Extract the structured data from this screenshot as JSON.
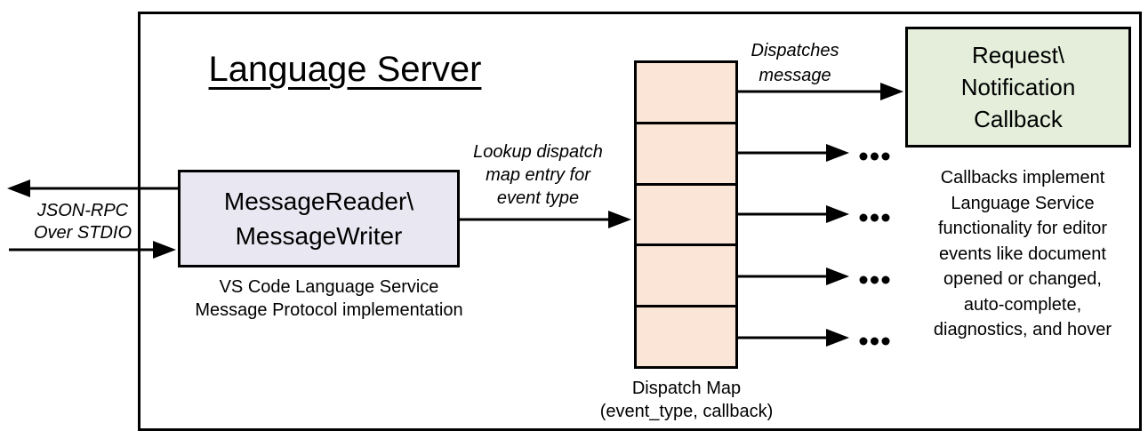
{
  "diagram": {
    "title": "Language Server",
    "reader_box": {
      "lines": [
        "MessageReader\\",
        "MessageWriter"
      ],
      "caption": [
        "VS Code Language Service",
        "Message Protocol implementation"
      ]
    },
    "io_label": [
      "JSON-RPC",
      "Over STDIO"
    ],
    "lookup_label": [
      "Lookup dispatch",
      "map entry for",
      "event type"
    ],
    "dispatches_label": [
      "Dispatches",
      "message"
    ],
    "dispatch_map": {
      "label": [
        "Dispatch Map",
        "(event_type, callback)"
      ],
      "entry_count": 5
    },
    "callback_box": [
      "Request\\",
      "Notification",
      "Callback"
    ],
    "note_lines": [
      "Callbacks implement",
      "Language Service",
      "functionality for editor",
      "events like document",
      "opened or changed,",
      "auto-complete,",
      "diagnostics, and hover"
    ],
    "icons": {
      "ellipsis": "..."
    },
    "colors": {
      "reader_fill": "#E9E8F2",
      "map_fill": "#FBE5D6",
      "callback_fill": "#E4EEDB",
      "line": "#000000"
    }
  }
}
